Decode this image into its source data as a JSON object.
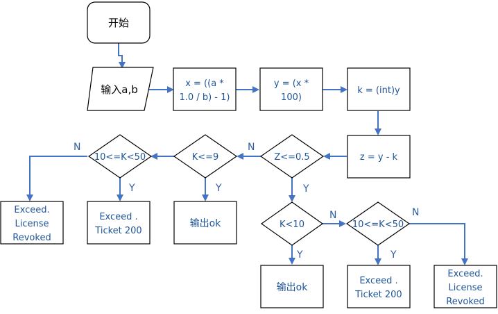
{
  "diagram": {
    "start": "开始",
    "input": "输入a,b",
    "calc_x": [
      "x = ((a *",
      "1.0 / b) - 1)"
    ],
    "calc_y": [
      "y = (x *",
      "100)"
    ],
    "calc_k": "k = (int)y",
    "calc_z": "z = y - k",
    "decision_z": "Z<=0.5",
    "decision_k9": "K<=9",
    "decision_k10_50_top": "10<=K<50",
    "decision_k10": "K<10",
    "decision_k10_50_bottom": "10<=K<50",
    "out_revoked_top": [
      "Exceed.",
      "License",
      "Revoked"
    ],
    "out_ticket_top": [
      "Exceed .",
      "Ticket 200"
    ],
    "out_ok_top": "输出ok",
    "out_ok_bottom": "输出ok",
    "out_ticket_bottom": [
      "Exceed .",
      "Ticket 200"
    ],
    "out_revoked_bottom": [
      "Exceed.",
      "License",
      "Revoked"
    ],
    "yes": "Y",
    "no": "N"
  },
  "colors": {
    "arrow": "#4472c4",
    "text": "#1f5596",
    "outline": "#000000"
  }
}
